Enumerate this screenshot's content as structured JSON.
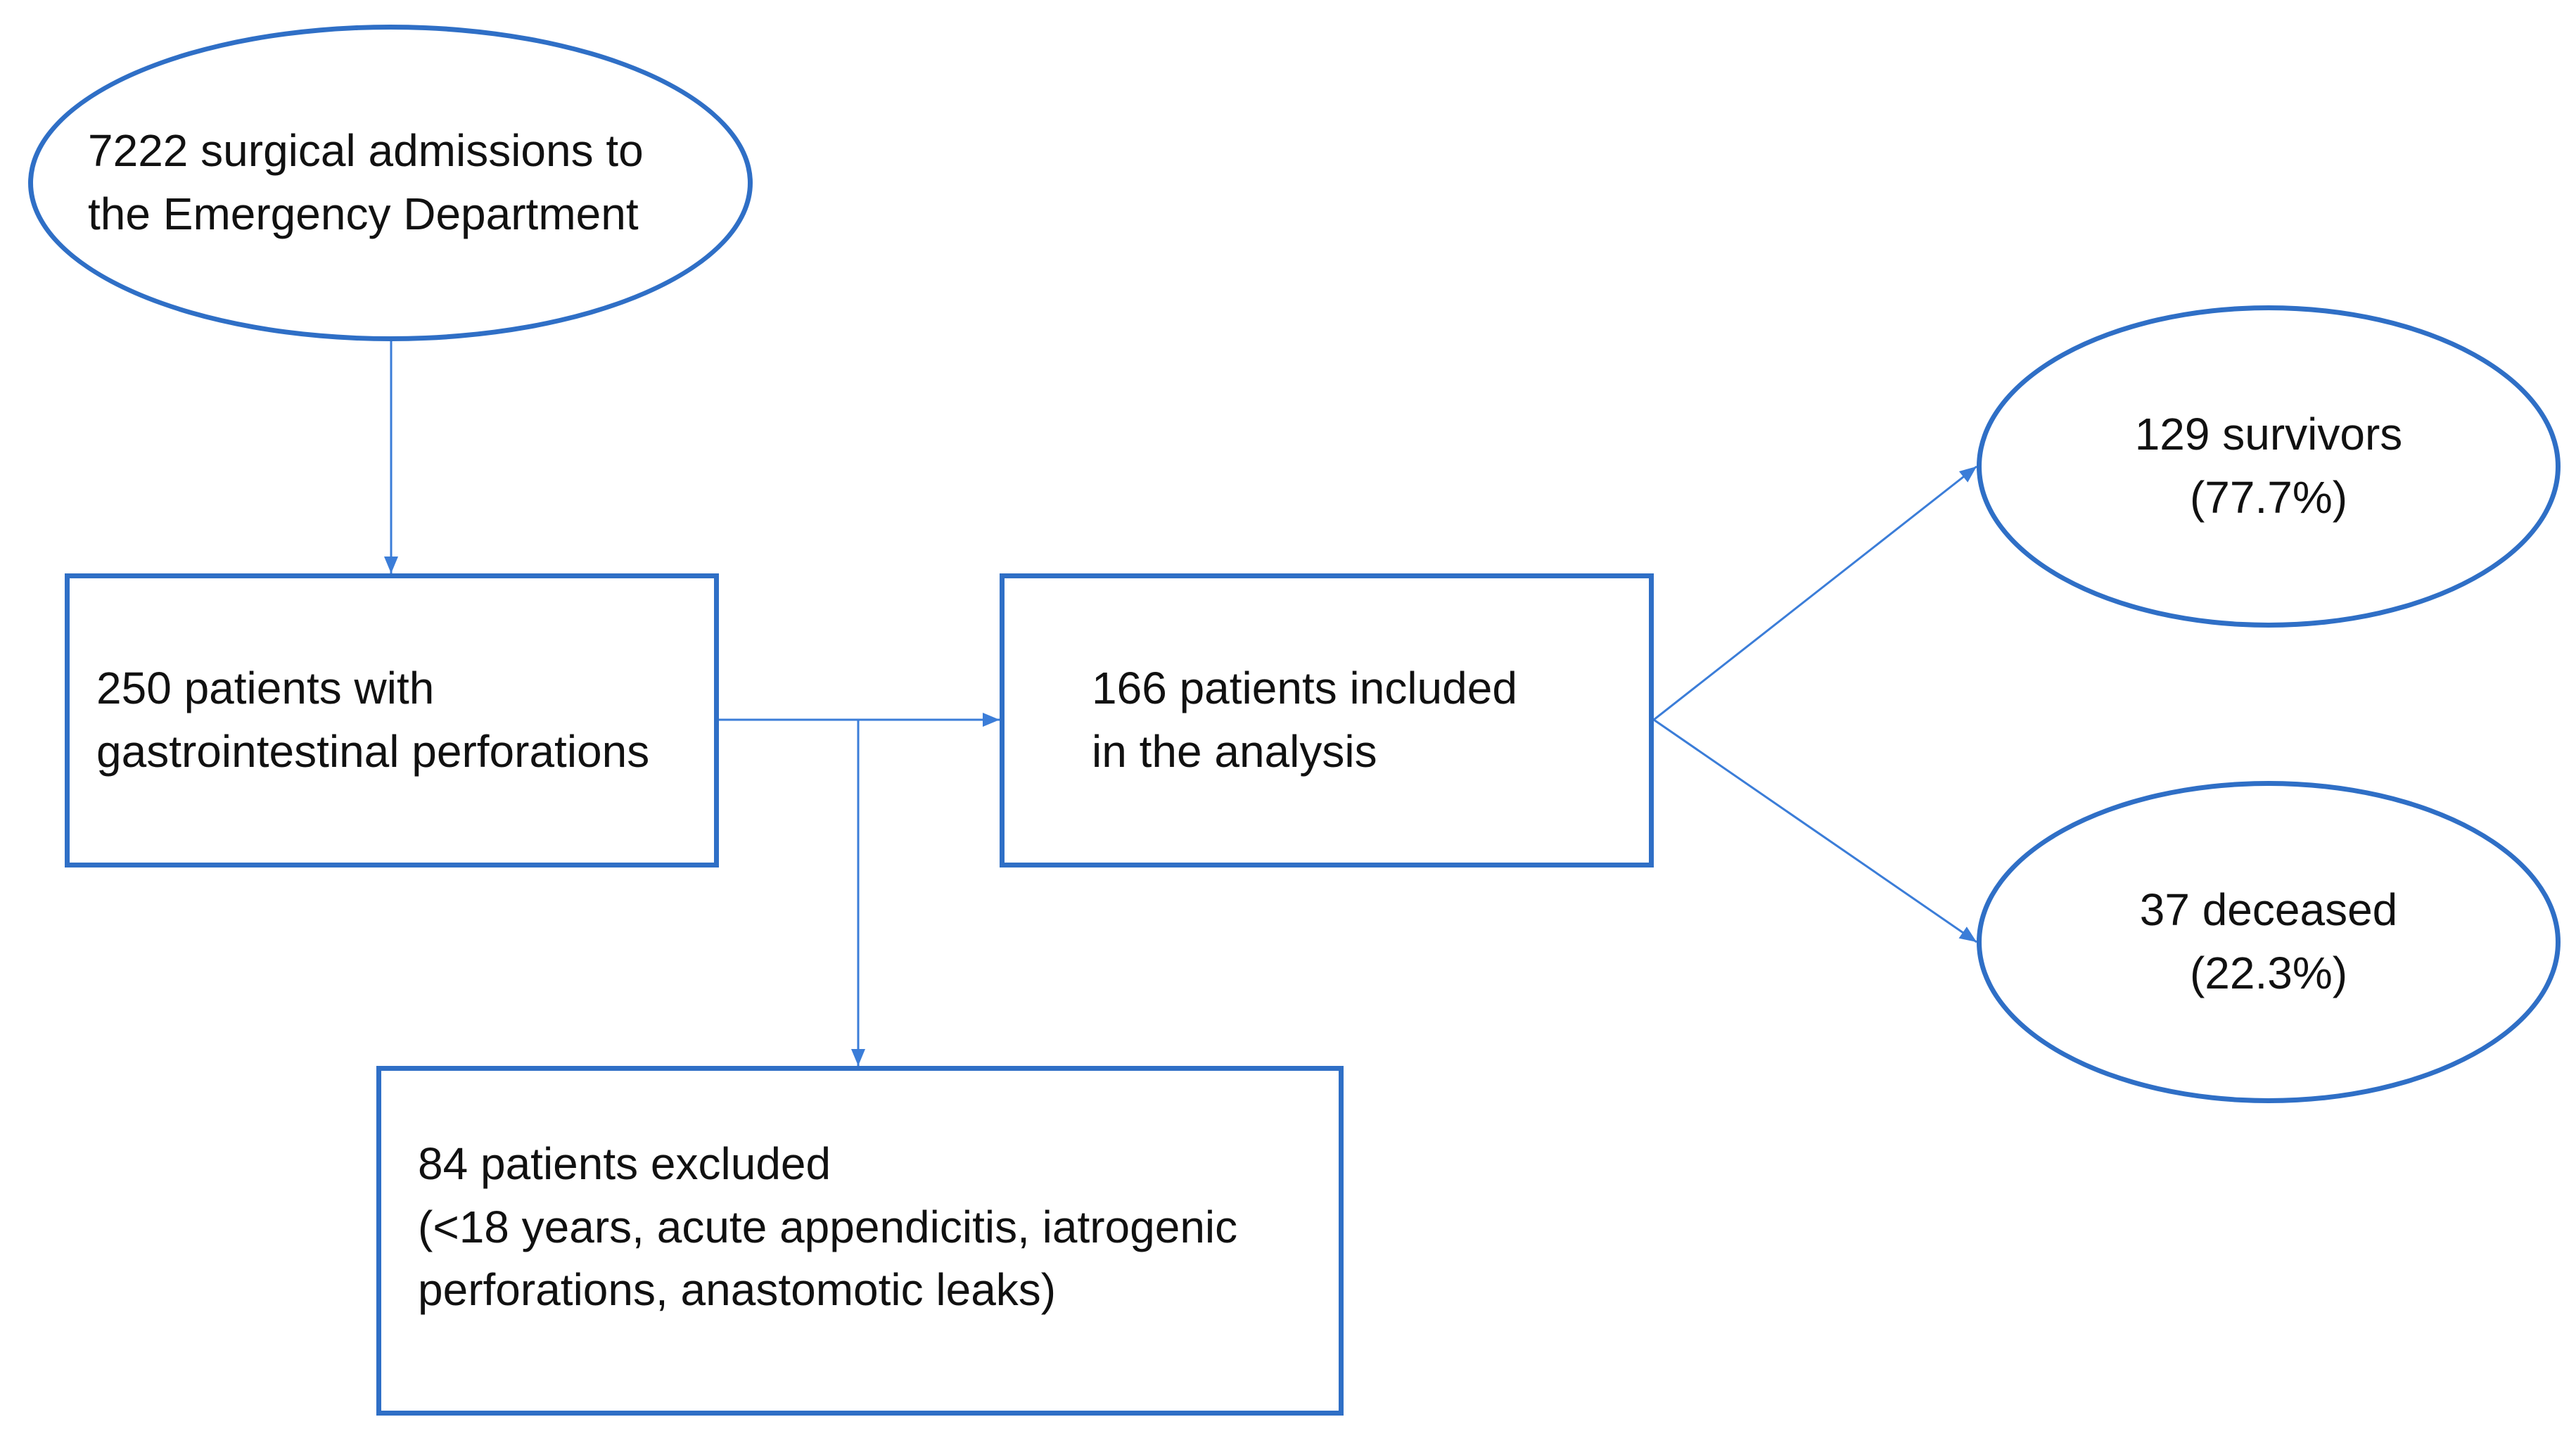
{
  "diagram": {
    "colors": {
      "border": "#2f6fc6",
      "connector": "#3b7dd8",
      "text": "#111111",
      "background": "#ffffff"
    },
    "nodes": {
      "admissions": {
        "shape": "rounded",
        "text": "7222 surgical admissions to\nthe Emergency Department"
      },
      "perforations": {
        "shape": "rectangle",
        "text": "250 patients with\ngastrointestinal perforations"
      },
      "included": {
        "shape": "rectangle",
        "text": "166 patients included\nin the analysis"
      },
      "excluded": {
        "shape": "rectangle",
        "text": "84 patients excluded\n(<18 years, acute appendicitis, iatrogenic\nperforations, anastomotic leaks)"
      },
      "survivors": {
        "shape": "rounded",
        "text": "129 survivors\n(77.7%)"
      },
      "deceased": {
        "shape": "rounded",
        "text": "37 deceased\n(22.3%)"
      }
    },
    "edges": [
      {
        "from": "admissions",
        "to": "perforations"
      },
      {
        "from": "perforations",
        "to": "included"
      },
      {
        "from": "perforations",
        "to": "excluded"
      },
      {
        "from": "included",
        "to": "survivors"
      },
      {
        "from": "included",
        "to": "deceased"
      }
    ]
  }
}
